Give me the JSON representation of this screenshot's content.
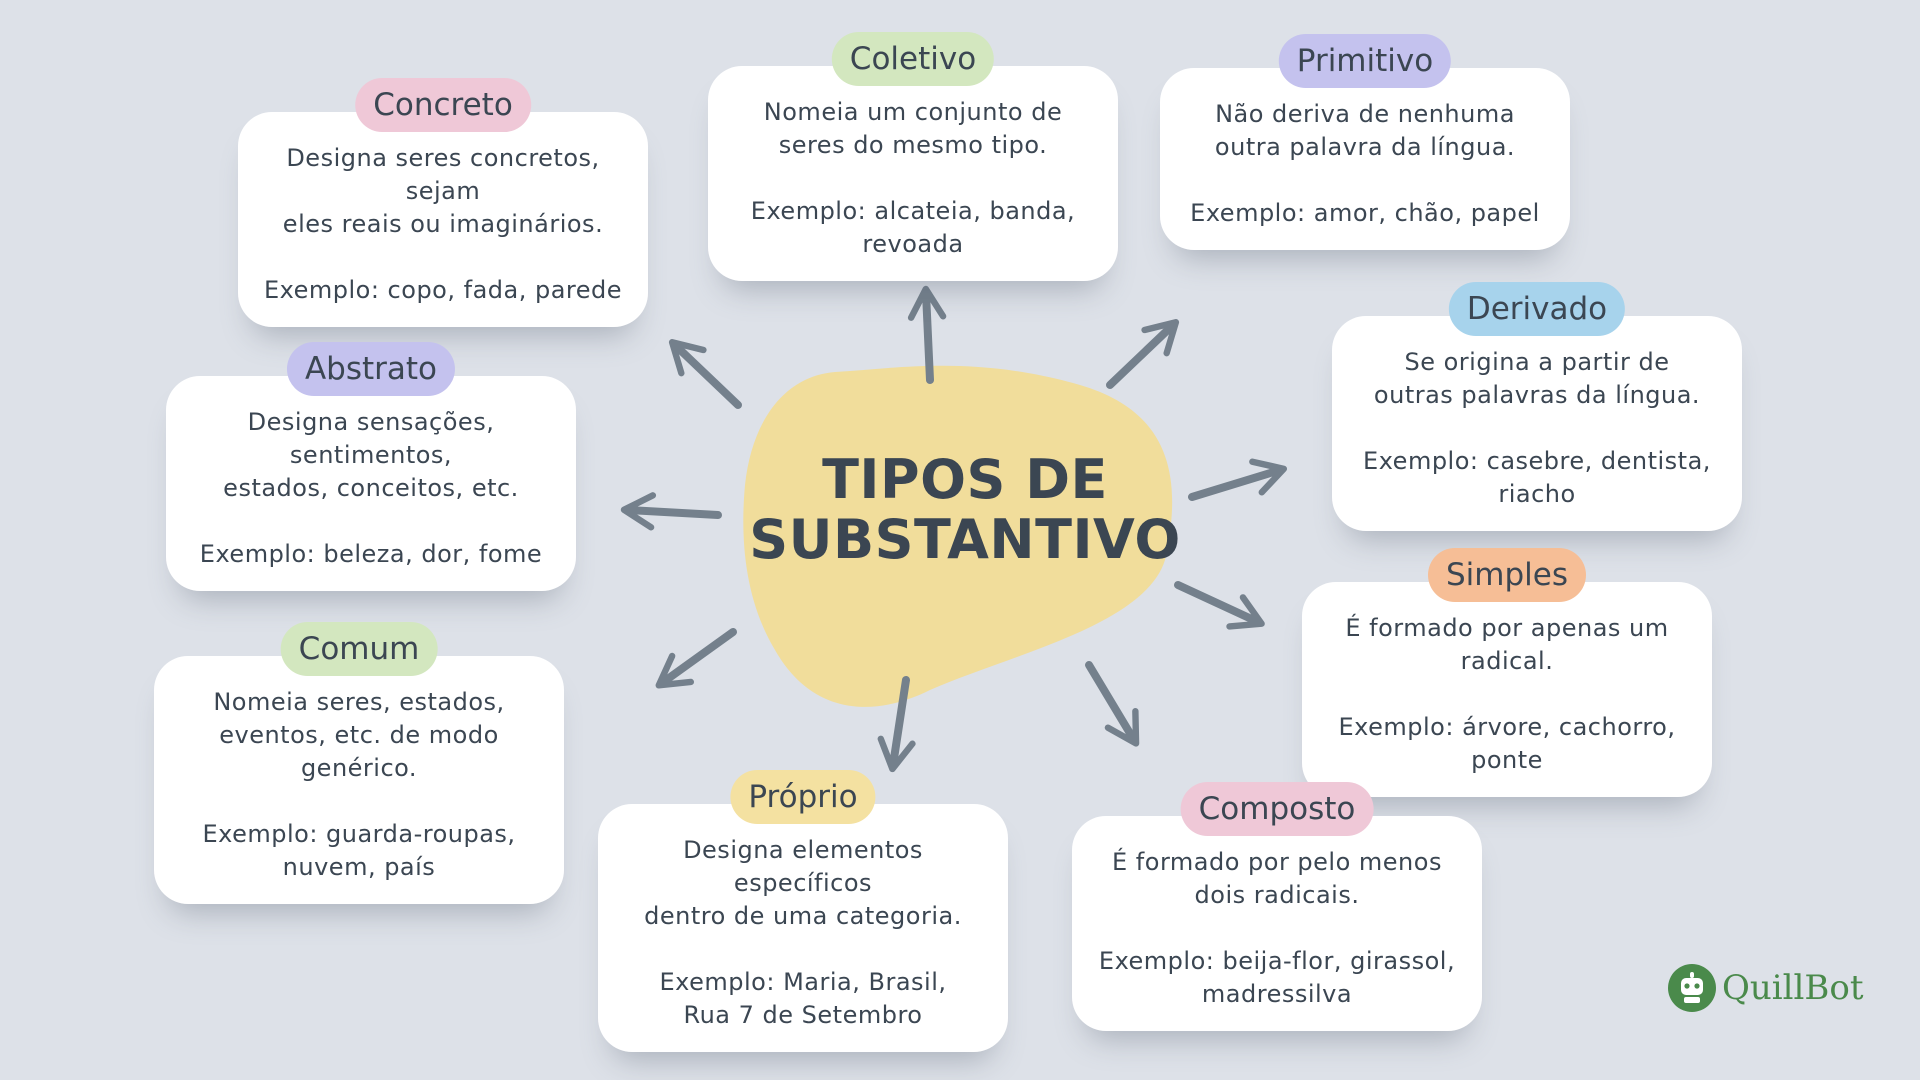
{
  "center": {
    "line1": "TIPOS DE",
    "line2": "SUBSTANTIVO"
  },
  "cards": {
    "concreto": {
      "label": "Concreto",
      "desc": "Designa seres concretos, sejam\neles reais ou imaginários.",
      "example": "Exemplo: copo, fada, parede"
    },
    "coletivo": {
      "label": "Coletivo",
      "desc": "Nomeia um conjunto de\nseres do mesmo tipo.",
      "example": "Exemplo: alcateia, banda,\nrevoada"
    },
    "primitivo": {
      "label": "Primitivo",
      "desc": "Não deriva de nenhuma\noutra palavra da língua.",
      "example": "Exemplo: amor, chão, papel"
    },
    "derivado": {
      "label": "Derivado",
      "desc": "Se origina a partir de\noutras palavras da língua.",
      "example": "Exemplo: casebre, dentista,\nriacho"
    },
    "abstrato": {
      "label": "Abstrato",
      "desc": "Designa sensações, sentimentos,\nestados, conceitos, etc.",
      "example": "Exemplo: beleza, dor, fome"
    },
    "simples": {
      "label": "Simples",
      "desc": "É formado por apenas um\nradical.",
      "example": "Exemplo: árvore, cachorro,\nponte"
    },
    "comum": {
      "label": "Comum",
      "desc": "Nomeia seres, estados,\neventos, etc. de modo genérico.",
      "example": "Exemplo: guarda-roupas,\nnuvem, país"
    },
    "proprio": {
      "label": "Próprio",
      "desc": "Designa elementos específicos\ndentro de uma categoria.",
      "example": "Exemplo: Maria, Brasil,\nRua 7 de Setembro"
    },
    "composto": {
      "label": "Composto",
      "desc": "É formado por pelo menos\ndois radicais.",
      "example": "Exemplo: beija-flor, girassol,\nmadressilva"
    }
  },
  "colors": {
    "background": "#dde1e8",
    "blob": "#f1dd9b",
    "arrow": "#74808c",
    "text": "#3b4652",
    "pink": "#efc8d7",
    "green": "#d3e7bf",
    "purple": "#c4c2ee",
    "blue": "#a7d3ec",
    "orange": "#f6be96",
    "yellow": "#f4e1a1",
    "brand": "#4a8a4b"
  },
  "logo": {
    "text": "QuillBot",
    "icon": "quillbot-robot-icon"
  }
}
